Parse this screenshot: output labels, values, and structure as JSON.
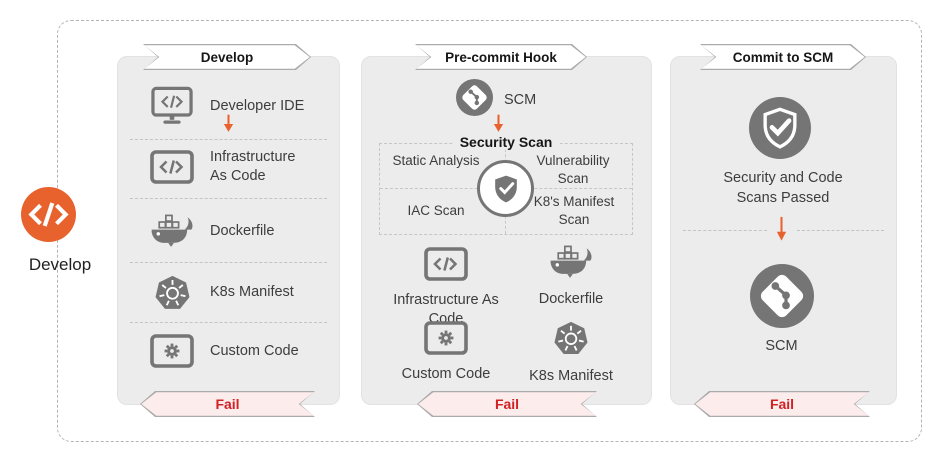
{
  "badge": {
    "label": "Develop"
  },
  "lanes": [
    {
      "title": "Develop",
      "fail_label": "Fail",
      "items": [
        {
          "name": "developer-ide",
          "label": "Developer IDE"
        },
        {
          "name": "infrastructure-as-code",
          "label": "Infrastructure As Code"
        },
        {
          "name": "dockerfile",
          "label": "Dockerfile"
        },
        {
          "name": "k8s-manifest",
          "label": "K8s Manifest"
        },
        {
          "name": "custom-code",
          "label": "Custom Code"
        }
      ]
    },
    {
      "title": "Pre-commit Hook",
      "scm_label": "SCM",
      "security_scan": {
        "title": "Security Scan",
        "quadrants": {
          "top_left": "Static Analysis",
          "top_right": "Vulnerability Scan",
          "bottom_left": "IAC Scan",
          "bottom_right": "K8's Manifest Scan"
        }
      },
      "artifacts": [
        {
          "name": "infrastructure-as-code",
          "label": "Infrastructure As Code"
        },
        {
          "name": "dockerfile",
          "label": "Dockerfile"
        },
        {
          "name": "custom-code",
          "label": "Custom Code"
        },
        {
          "name": "k8s-manifest",
          "label": "K8s Manifest"
        }
      ],
      "fail_label": "Fail"
    },
    {
      "title": "Commit to SCM",
      "passed_label": "Security and Code Scans Passed",
      "scm_label": "SCM",
      "fail_label": "Fail"
    }
  ],
  "colors": {
    "orange": "#E8622D",
    "icon_gray": "#757575",
    "panel_bg": "#ECECEC",
    "fail_bg": "#FDECEC",
    "fail_text": "#D02224"
  }
}
